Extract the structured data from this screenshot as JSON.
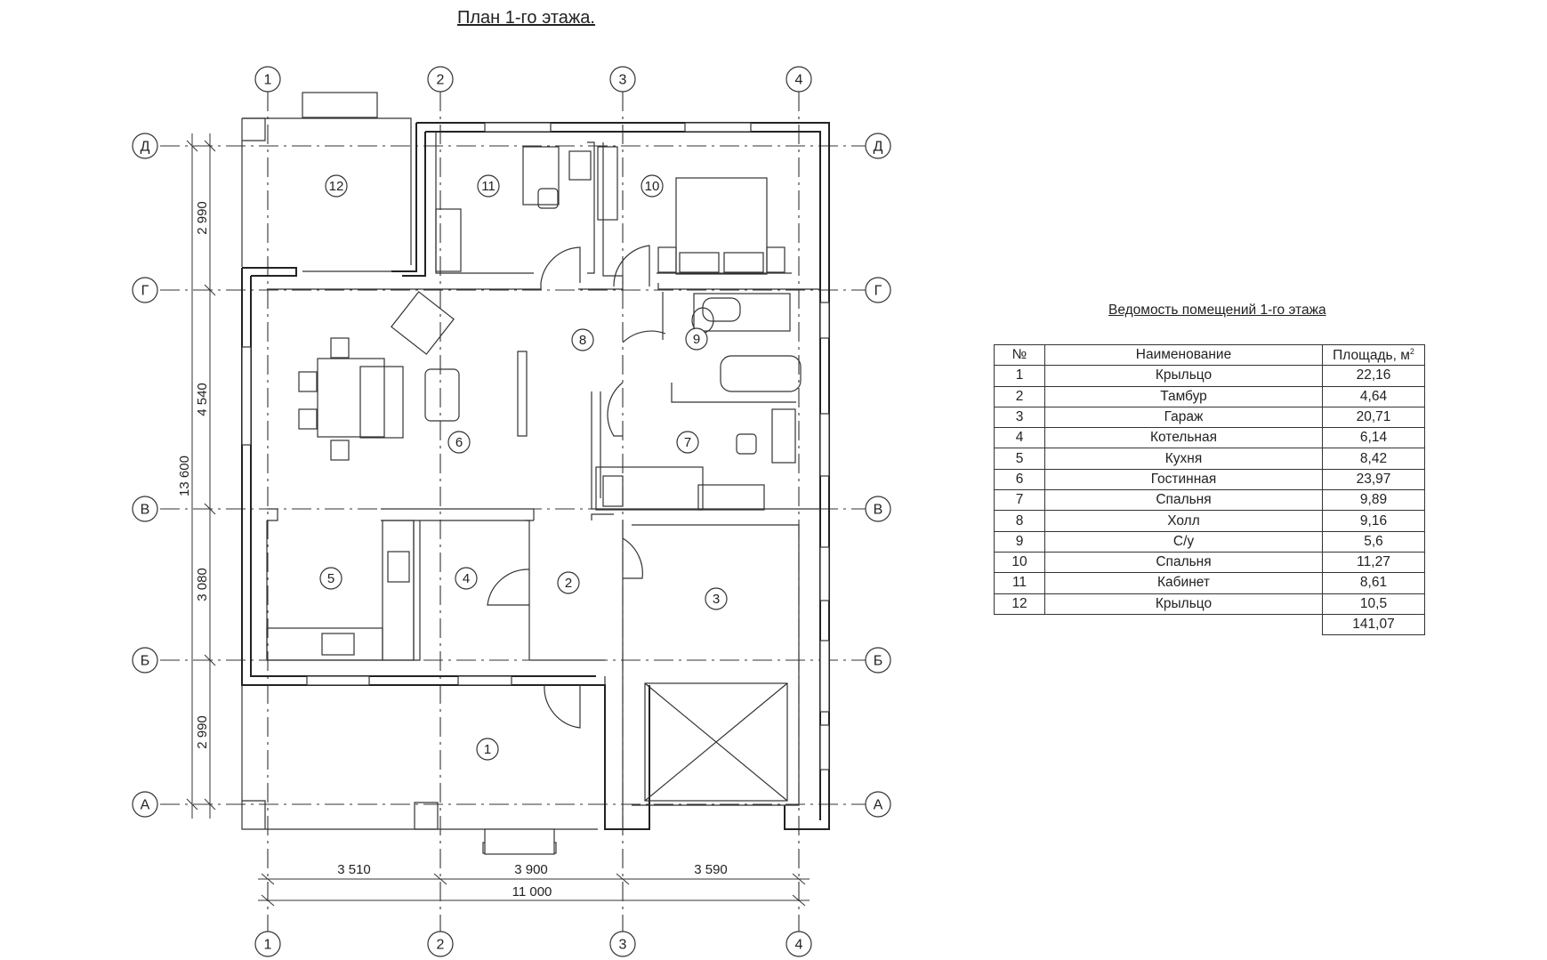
{
  "title": "План 1-го этажа.",
  "axes": {
    "vertical": [
      "1",
      "2",
      "3",
      "4"
    ],
    "horizontal": [
      "Д",
      "Г",
      "В",
      "Б",
      "А"
    ]
  },
  "dimensions": {
    "bottom_segments": [
      "3 510",
      "3 900",
      "3 590"
    ],
    "bottom_total": "11 000",
    "left_segments": [
      "2 990",
      "4 540",
      "3 080",
      "2 990"
    ],
    "left_total": "13 600"
  },
  "room_markers": [
    "1",
    "2",
    "3",
    "4",
    "5",
    "6",
    "7",
    "8",
    "9",
    "10",
    "11",
    "12"
  ],
  "room_schedule": {
    "title": "Ведомость помещений 1-го этажа",
    "headers": {
      "num": "№",
      "name": "Наименование",
      "area": "Площадь, м",
      "area_sup": "2"
    },
    "rows": [
      {
        "num": "1",
        "name": "Крыльцо",
        "area": "22,16"
      },
      {
        "num": "2",
        "name": "Тамбур",
        "area": "4,64"
      },
      {
        "num": "3",
        "name": "Гараж",
        "area": "20,71"
      },
      {
        "num": "4",
        "name": "Котельная",
        "area": "6,14"
      },
      {
        "num": "5",
        "name": "Кухня",
        "area": "8,42"
      },
      {
        "num": "6",
        "name": "Гостинная",
        "area": "23,97"
      },
      {
        "num": "7",
        "name": "Спальня",
        "area": "9,89"
      },
      {
        "num": "8",
        "name": "Холл",
        "area": "9,16"
      },
      {
        "num": "9",
        "name": "С/у",
        "area": "5,6"
      },
      {
        "num": "10",
        "name": "Спальня",
        "area": "11,27"
      },
      {
        "num": "11",
        "name": "Кабинет",
        "area": "8,61"
      },
      {
        "num": "12",
        "name": "Крыльцо",
        "area": "10,5"
      }
    ],
    "total": "141,07"
  }
}
